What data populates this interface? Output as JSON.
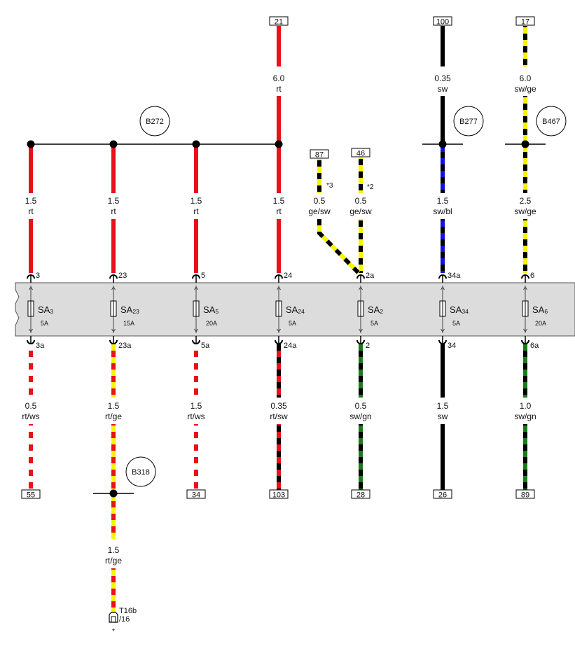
{
  "colors": {
    "rt": "#e8101a",
    "sw": "#000000",
    "ge": "#f5f500",
    "ws": "#ffffff",
    "bl": "#1010e0",
    "gn": "#1a7a1a",
    "box": "#dcdcdc",
    "line": "#000000"
  },
  "top_terminals": [
    {
      "id": "t21",
      "label": "21"
    },
    {
      "id": "t87",
      "label": "87"
    },
    {
      "id": "t46",
      "label": "46"
    },
    {
      "id": "t100",
      "label": "100"
    },
    {
      "id": "t17",
      "label": "17"
    }
  ],
  "top_wire_labels": [
    {
      "id": "w21",
      "gauge": "6.0",
      "color": "rt"
    },
    {
      "id": "w100",
      "gauge": "0.35",
      "color": "sw"
    },
    {
      "id": "w17",
      "gauge": "6.0",
      "color": "sw/ge"
    }
  ],
  "splices": [
    {
      "id": "b272",
      "label": "B272"
    },
    {
      "id": "b277",
      "label": "B277"
    },
    {
      "id": "b467",
      "label": "B467"
    },
    {
      "id": "b318",
      "label": "B318"
    }
  ],
  "upper_wire_labels": [
    {
      "gauge": "1.5",
      "color": "rt"
    },
    {
      "gauge": "1.5",
      "color": "rt"
    },
    {
      "gauge": "1.5",
      "color": "rt"
    },
    {
      "gauge": "1.5",
      "color": "rt"
    },
    {
      "gauge": "0.5",
      "color": "ge/sw"
    },
    {
      "gauge": "0.5",
      "color": "ge/sw"
    },
    {
      "gauge": "1.5",
      "color": "sw/bl"
    },
    {
      "gauge": "2.5",
      "color": "sw/ge"
    }
  ],
  "notes": [
    {
      "id": "n3",
      "label": "*3"
    },
    {
      "id": "n2",
      "label": "*2"
    }
  ],
  "fuses": [
    {
      "name": "SA",
      "sub": "3",
      "rating": "5A",
      "pin_in": "3",
      "pin_out": "3a"
    },
    {
      "name": "SA",
      "sub": "23",
      "rating": "15A",
      "pin_in": "23",
      "pin_out": "23a"
    },
    {
      "name": "SA",
      "sub": "5",
      "rating": "20A",
      "pin_in": "5",
      "pin_out": "5a"
    },
    {
      "name": "SA",
      "sub": "24",
      "rating": "5A",
      "pin_in": "24",
      "pin_out": "24a"
    },
    {
      "name": "SA",
      "sub": "2",
      "rating": "5A",
      "pin_in": "2a",
      "pin_out": "2"
    },
    {
      "name": "SA",
      "sub": "34",
      "rating": "5A",
      "pin_in": "34a",
      "pin_out": "34"
    },
    {
      "name": "SA",
      "sub": "6",
      "rating": "20A",
      "pin_in": "6",
      "pin_out": "6a"
    }
  ],
  "lower_wire_labels": [
    {
      "gauge": "0.5",
      "color": "rt/ws"
    },
    {
      "gauge": "1.5",
      "color": "rt/ge"
    },
    {
      "gauge": "1.5",
      "color": "rt/ws"
    },
    {
      "gauge": "0.35",
      "color": "rt/sw"
    },
    {
      "gauge": "0.5",
      "color": "sw/gn"
    },
    {
      "gauge": "1.5",
      "color": "sw"
    },
    {
      "gauge": "1.0",
      "color": "sw/gn"
    }
  ],
  "bottom_terminals": [
    {
      "label": "55"
    },
    {
      "label": "34"
    },
    {
      "label": "103"
    },
    {
      "label": "28"
    },
    {
      "label": "26"
    },
    {
      "label": "89"
    }
  ],
  "extension_wire_label": {
    "gauge": "1.5",
    "color": "rt/ge"
  },
  "connector": {
    "name": "T16b",
    "pin": "/16",
    "note": "*"
  }
}
